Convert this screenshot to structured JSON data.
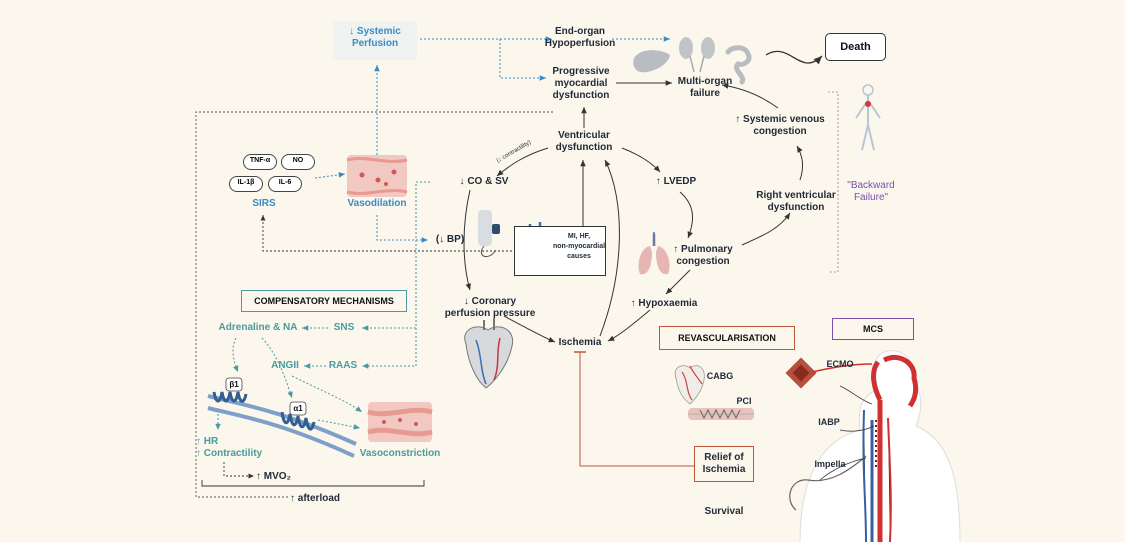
{
  "nodes": {
    "systemic_perfusion": "↓ Systemic\nPerfusion",
    "end_organ": "End-organ\nHypoperfusion",
    "progressive": "Progressive\nmyocardial\ndysfunction",
    "multi_organ": "Multi-organ\nfailure",
    "death": "Death",
    "systemic_venous": "↑ Systemic venous\ncongestion",
    "backward_failure": "\"Backward\nFailure\"",
    "ventricular": "Ventricular\ndysfunction",
    "contractility_small": "(↓ contractility)",
    "co_sv": "↓ CO & SV",
    "lvedp": "↑ LVEDP",
    "right_ventricular": "Right ventricular\ndysfunction",
    "pulmonary": "↑ Pulmonary\ncongestion",
    "bp": "(↓ BP)",
    "mi_hf": "MI, HF,\nnon-myocardial\ncauses",
    "coronary": "↓ Coronary\nperfusion pressure",
    "hypoxaemia": "↑ Hypoxaemia",
    "ischemia": "Ischemia",
    "sirs": "SIRS",
    "vasodilation": "Vasodilation",
    "compensatory": "COMPENSATORY MECHANISMS",
    "adrenaline": "Adrenaline & NA",
    "sns": "SNS",
    "angii": "ANGII",
    "raas": "RAAS",
    "beta1": "β1",
    "alpha1": "α1",
    "hr_contractility": "↑ HR\n↑ Contractility",
    "vasoconstriction": "Vasoconstriction",
    "mvo2": "↑ MVO₂",
    "afterload": "↑ afterload",
    "revascularisation": "REVASCULARISATION",
    "cabg": "CABG",
    "pci": "PCI",
    "relief": "Relief of\nIschemia",
    "survival": "Survival",
    "mcs": "MCS",
    "ecmo": "ECMO",
    "iabp": "IABP",
    "impella": "Impella"
  },
  "cytokines": [
    "TNF-α",
    "NO",
    "IL-1β",
    "IL-6"
  ],
  "colors": {
    "background": "#fbf7ec",
    "arrow": "#333333",
    "blue_text": "#3a8bc4",
    "teal": "#4a9aa0",
    "purple": "#7a4fb0",
    "revasc_border": "#c0563c",
    "mcs_border": "#7a4fb0",
    "tissue": "#e8a0a0"
  },
  "icons": [
    "liver-icon",
    "kidneys-icon",
    "intestines-icon",
    "body-veins-icon",
    "heart-icon",
    "lungs-icon",
    "heart-vessels-icon",
    "blood-pressure-cuff-icon",
    "vessel-dilated-icon",
    "vessel-constricted-icon",
    "receptor-membrane-icon",
    "cabg-heart-icon",
    "stent-icon",
    "ecmo-pump-icon",
    "patient-circulation-icon"
  ]
}
